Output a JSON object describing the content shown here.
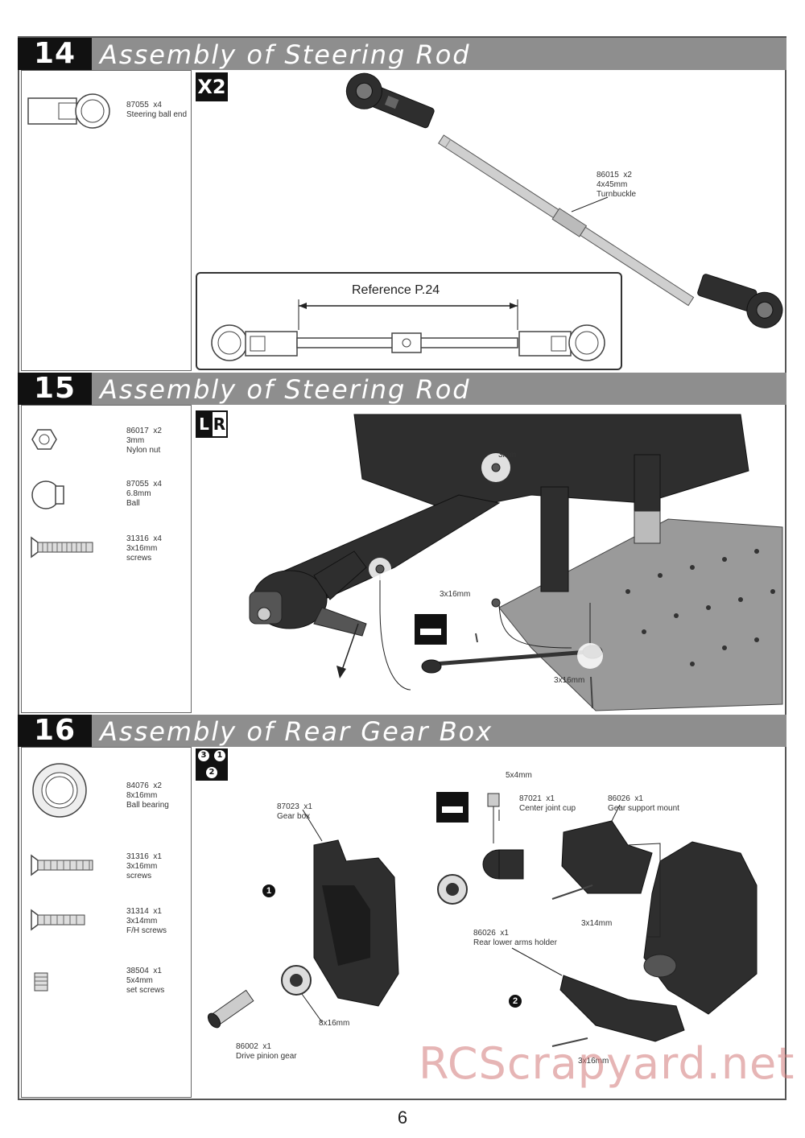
{
  "sections": [
    {
      "number": "14",
      "title": "Assembly of Steering Rod",
      "badge": "X2",
      "parts": [
        {
          "code": "87055  x4",
          "desc": "Steering ball end"
        }
      ],
      "callouts": {
        "turnbuckle": "86015  x2\n4x45mm\nTurnbuckle"
      },
      "reference": "Reference  P.24"
    },
    {
      "number": "15",
      "title": "Assembly of Steering Rod",
      "badge_left": "L",
      "badge_right": "R",
      "parts": [
        {
          "code": "86017  x2",
          "desc": "3mm\nNylon nut"
        },
        {
          "code": "87055  x4",
          "desc": "6.8mm\nBall"
        },
        {
          "code": "31316  x4",
          "desc": "3x16mm\nscrews"
        }
      ],
      "callouts": {
        "nut": "3mm",
        "screw_left": "3x16mm",
        "screw_right": "3x16mm"
      }
    },
    {
      "number": "16",
      "title": "Assembly of Rear Gear Box",
      "badge_nums": [
        "3",
        "1",
        "2"
      ],
      "parts": [
        {
          "code": "84076  x2",
          "desc": "8x16mm\nBall bearing"
        },
        {
          "code": "31316  x1",
          "desc": "3x16mm\nscrews"
        },
        {
          "code": "31314  x1",
          "desc": "3x14mm\nF/H screws"
        },
        {
          "code": "38504  x1",
          "desc": "5x4mm\nset screws"
        }
      ],
      "callouts": {
        "set_screw": "5x4mm",
        "gear_box": "87023  x1\nGear box",
        "center_cup": "87021  x1\nCenter joint cup",
        "gear_support": "86026  x1\nGear support mount",
        "screw_314": "3x14mm",
        "lower_arms": "86026  x1\nRear lower arms holder",
        "bearing": "8x16mm",
        "pinion": "86002  x1\nDrive pinion gear",
        "screw_316": "3x16mm",
        "step1": "1",
        "step2": "2"
      }
    }
  ],
  "page_number": "6",
  "watermark": "RCScrapyard.net"
}
